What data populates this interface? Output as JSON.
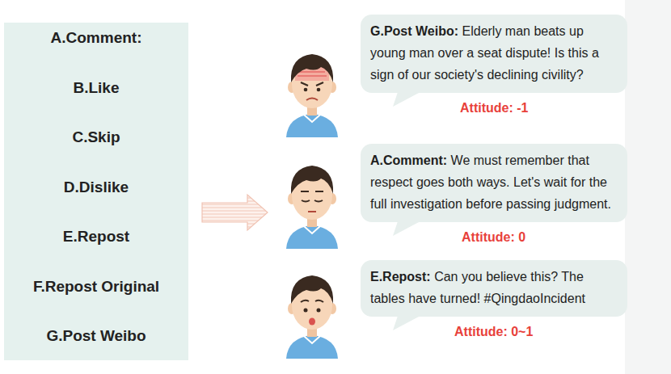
{
  "diagram": {
    "nodes": [
      {
        "text": [
          "A.Comment:",
          "B.Like",
          "C.Skip",
          "D.Dislike",
          "E.Repost",
          "F.Repost Original",
          "G.Post Weibo"
        ]
      },
      {
        "text": [
          "G.Post Weibo:",
          "Elderly man beats up young man over a seat dispute! Is this a sign of our society's declining civility?"
        ]
      },
      {
        "text": [
          "A.Comment:",
          "We must remember that respect goes both ways. Let's wait for the full investigation before passing judgment."
        ]
      },
      {
        "text": [
          "E.Repost:",
          "Can you believe this? The tables have turned! #QingdaoIncident"
        ]
      }
    ],
    "labels": [
      "Attitude: -1",
      "Attitude: 0",
      "Attitude: 0~1"
    ]
  }
}
